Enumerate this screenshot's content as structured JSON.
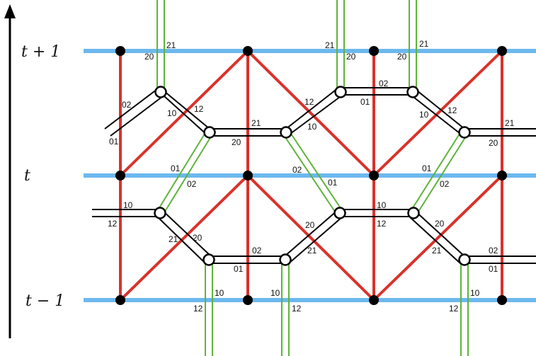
{
  "colors": {
    "time_slice": "#6cb8ee",
    "red_edge": "#d9322a",
    "green_pipe": "#5fb33a",
    "black_pipe": "#000000",
    "node_fill": "#000000",
    "open_node_fill": "#ffffff"
  },
  "time_labels": {
    "top": "t + 1",
    "middle": "t",
    "bottom": "t − 1"
  },
  "arrow": {
    "direction": "up",
    "icon": "arrow-up-icon"
  },
  "edge_labels": {
    "top_band": {
      "g1_a": "21",
      "g1_b": "20",
      "g2_a": "21",
      "g2_b": "20",
      "g3_a": "21",
      "g3_b": "20",
      "left_02": "02",
      "left_01": "01",
      "n1_10": "10",
      "n1_12": "12",
      "seg1_21": "21",
      "seg1_20": "20",
      "n3_12": "12",
      "n3_10": "10",
      "seg2_02": "02",
      "seg2_01": "01",
      "n5_10": "10",
      "n5_12": "12",
      "right_21": "21",
      "right_20": "20",
      "diag_l_01": "01",
      "diag_l_02": "02",
      "diag_m_02": "02",
      "diag_m_01": "01",
      "diag_r_01": "01",
      "diag_r_02": "02"
    },
    "bottom_band": {
      "left_10": "10",
      "left_12": "12",
      "n1_21": "21",
      "n1_20": "20",
      "seg1_02": "02",
      "seg1_01": "01",
      "n3_20": "20",
      "n3_21": "21",
      "seg2_10": "10",
      "seg2_12": "12",
      "n5_20": "20",
      "n5_21": "21",
      "right_02": "02",
      "right_01": "01",
      "g1_10": "10",
      "g1_12": "12",
      "g2_10": "10",
      "g2_12": "12",
      "g3_10": "10",
      "g3_12": "12"
    }
  }
}
